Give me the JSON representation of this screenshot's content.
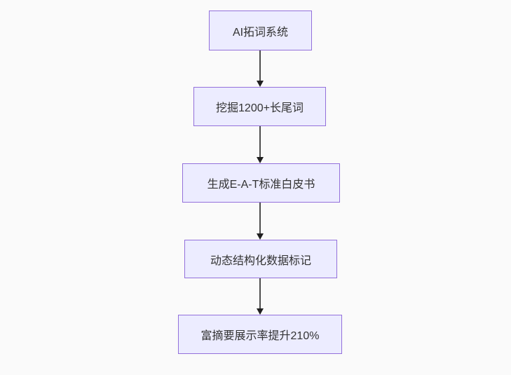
{
  "diagram": {
    "type": "flowchart",
    "direction": "top-down",
    "nodes": [
      {
        "label": "AI拓词系统"
      },
      {
        "label": "挖掘1200+长尾词"
      },
      {
        "label": "生成E-A-T标准白皮书"
      },
      {
        "label": "动态结构化数据标记"
      },
      {
        "label": "富摘要展示率提升210%"
      }
    ],
    "edges": [
      {
        "from": 0,
        "to": 1,
        "arrow": "down"
      },
      {
        "from": 1,
        "to": 2,
        "arrow": "down"
      },
      {
        "from": 2,
        "to": 3,
        "arrow": "down"
      },
      {
        "from": 3,
        "to": 4,
        "arrow": "down"
      }
    ],
    "colors": {
      "node_fill": "#ececff",
      "node_border": "#9370db",
      "edge_line": "#4d4d4d",
      "arrowhead": "#1f1f1f",
      "text": "#333333",
      "background": "#fafafa"
    }
  }
}
